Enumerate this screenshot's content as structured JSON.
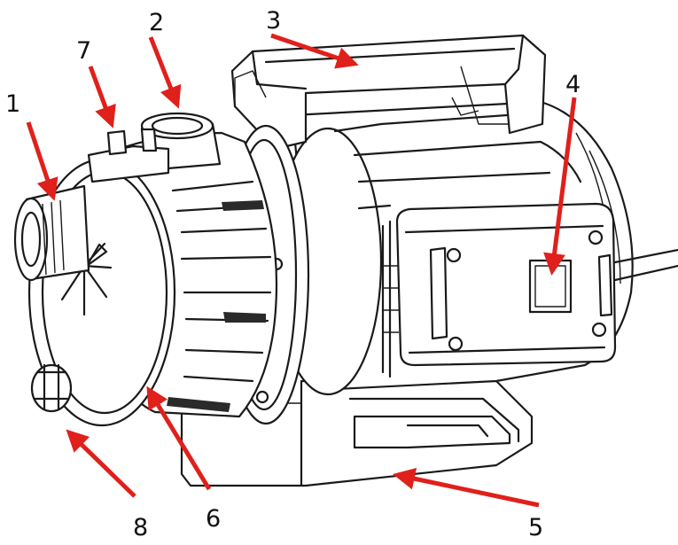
{
  "callouts": [
    {
      "id": "1",
      "label": "1"
    },
    {
      "id": "2",
      "label": "2"
    },
    {
      "id": "3",
      "label": "3"
    },
    {
      "id": "4",
      "label": "4"
    },
    {
      "id": "5",
      "label": "5"
    },
    {
      "id": "6",
      "label": "6"
    },
    {
      "id": "7",
      "label": "7"
    },
    {
      "id": "8",
      "label": "8"
    }
  ],
  "colors": {
    "arrow": "#e0201b",
    "line": "#1a1a1a",
    "background": "#ffffff"
  }
}
